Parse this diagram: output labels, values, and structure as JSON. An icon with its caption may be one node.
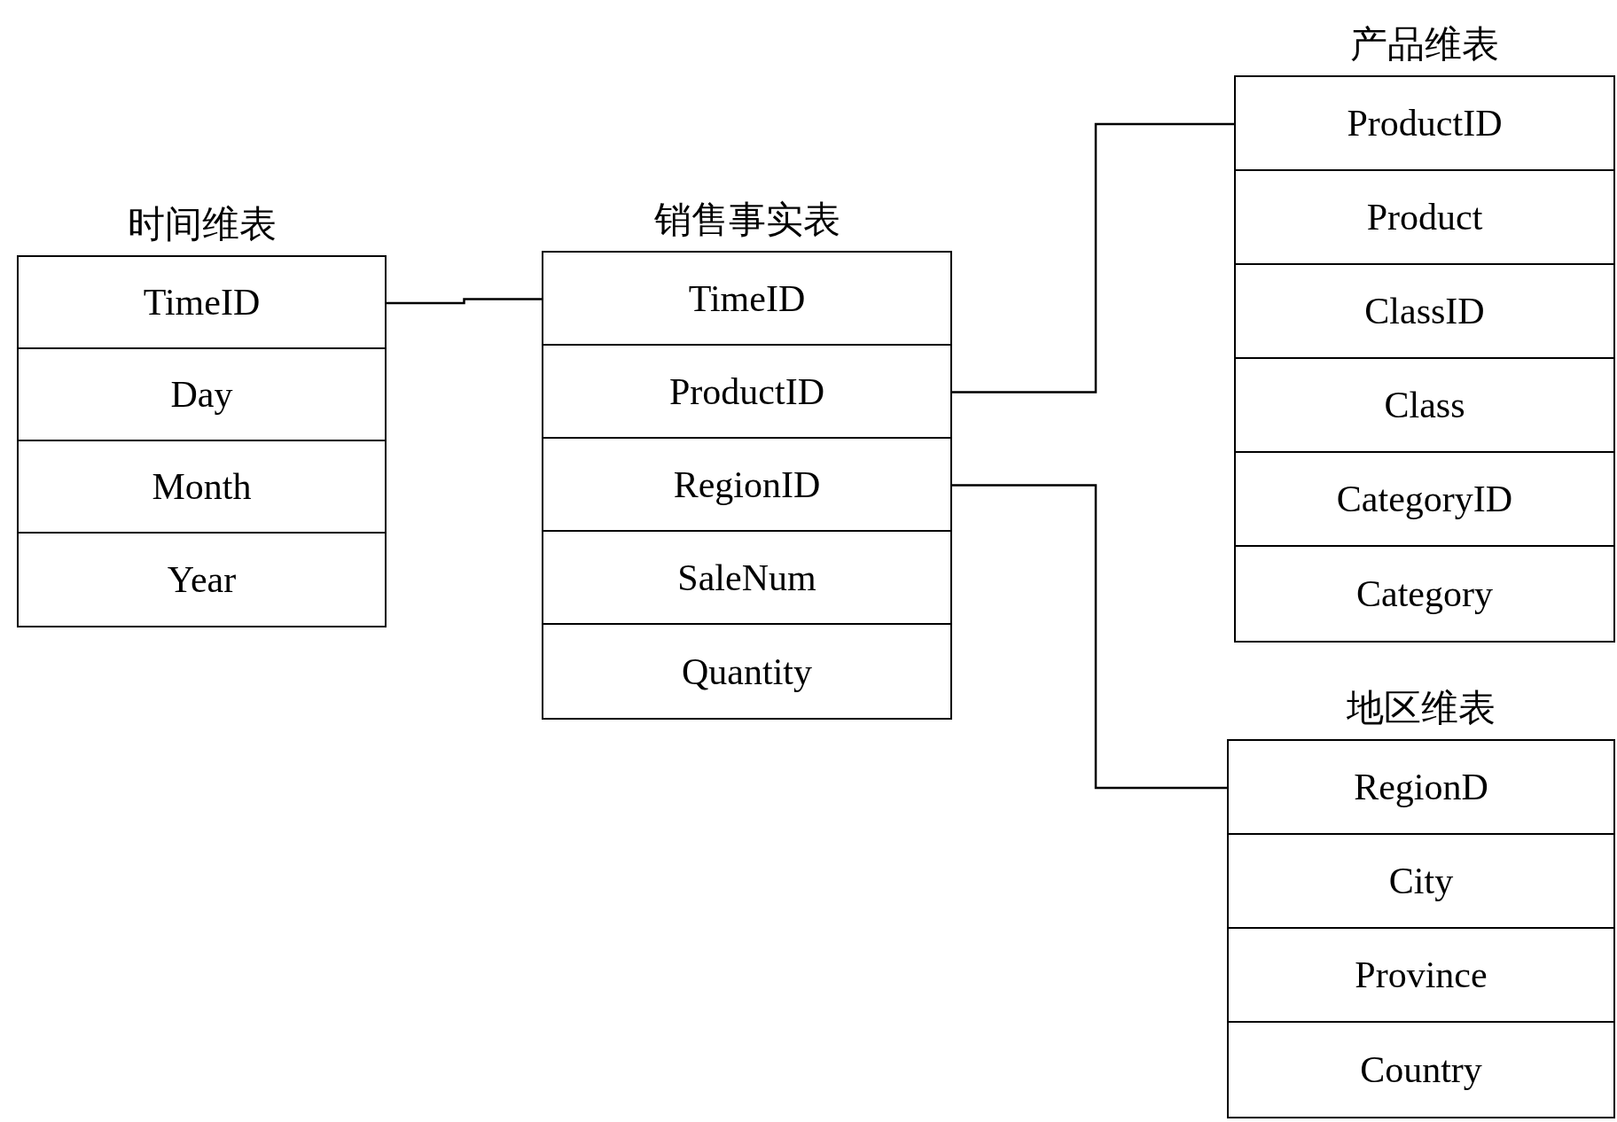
{
  "diagram": {
    "nodes": [
      {
        "text": [
          "时间维表"
        ]
      },
      {
        "text": [
          "TimeID"
        ],
        "in": 0
      },
      {
        "text": [
          "Day"
        ],
        "in": 0
      },
      {
        "text": [
          "Month"
        ],
        "in": 0
      },
      {
        "text": [
          "Year"
        ],
        "in": 0
      },
      {
        "text": [
          "销售事实表"
        ]
      },
      {
        "text": [
          "TimeID"
        ],
        "in": 5
      },
      {
        "text": [
          "ProductID"
        ],
        "in": 5
      },
      {
        "text": [
          "RegionID"
        ],
        "in": 5
      },
      {
        "text": [
          "SaleNum"
        ],
        "in": 5
      },
      {
        "text": [
          "Quantity"
        ],
        "in": 5
      },
      {
        "text": [
          "产品维表"
        ]
      },
      {
        "text": [
          "ProductID"
        ],
        "in": 11
      },
      {
        "text": [
          "Product"
        ],
        "in": 11
      },
      {
        "text": [
          "ClassID"
        ],
        "in": 11
      },
      {
        "text": [
          "Class"
        ],
        "in": 11
      },
      {
        "text": [
          "CategoryID"
        ],
        "in": 11
      },
      {
        "text": [
          "Category"
        ],
        "in": 11
      },
      {
        "text": [
          "地区维表"
        ]
      },
      {
        "text": [
          "RegionD"
        ],
        "in": 18
      },
      {
        "text": [
          "City"
        ],
        "in": 18
      },
      {
        "text": [
          "Province"
        ],
        "in": 18
      },
      {
        "text": [
          "Country"
        ],
        "in": 18
      }
    ],
    "edges": [
      {
        "from": 1,
        "to": 6,
        "arrow": "none"
      },
      {
        "from": 7,
        "to": 12,
        "arrow": "none"
      },
      {
        "from": 8,
        "to": 19,
        "arrow": "none"
      }
    ]
  }
}
